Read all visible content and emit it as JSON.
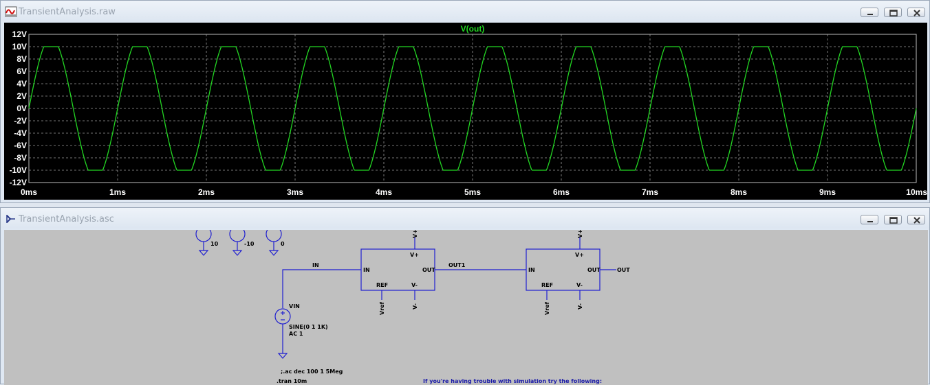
{
  "plot_window": {
    "title": "TransientAnalysis.raw",
    "icon": "waveform-icon"
  },
  "schematic_window": {
    "title": "TransientAnalysis.asc",
    "icon": "schematic-icon"
  },
  "window_controls": [
    "minimize-icon",
    "maximize-icon",
    "close-icon"
  ],
  "colors": {
    "trace": "#22d622",
    "plot_bg": "#000000",
    "grid": "#9a9a9a",
    "schematic_bg": "#c0c0c0",
    "wire": "#1f1fd0",
    "component": "#1f1fd0"
  },
  "chart_data": {
    "type": "line",
    "title": "V(out)",
    "xlabel": "",
    "ylabel": "",
    "xlim": [
      0,
      10
    ],
    "ylim": [
      -12,
      12
    ],
    "x_unit": "ms",
    "y_unit": "V",
    "x_ticks": [
      "0ms",
      "1ms",
      "2ms",
      "3ms",
      "4ms",
      "5ms",
      "6ms",
      "7ms",
      "8ms",
      "9ms",
      "10ms"
    ],
    "y_ticks": [
      "12V",
      "10V",
      "8V",
      "6V",
      "4V",
      "2V",
      "0V",
      "-2V",
      "-4V",
      "-6V",
      "-8V",
      "-10V",
      "-12V"
    ],
    "grid": true,
    "series": [
      {
        "name": "V(out)",
        "x": [
          0,
          0.125,
          0.25,
          0.375,
          0.5,
          0.625,
          0.75,
          0.875,
          1.0,
          1.125,
          1.25,
          1.375,
          1.5,
          1.625,
          1.75,
          1.875,
          2.0,
          2.125,
          2.25,
          2.375,
          2.5,
          2.625,
          2.75,
          2.875,
          3.0,
          3.125,
          3.25,
          3.375,
          3.5,
          3.625,
          3.75,
          3.875,
          4.0,
          4.125,
          4.25,
          4.375,
          4.5,
          4.625,
          4.75,
          4.875,
          5.0,
          5.125,
          5.25,
          5.375,
          5.5,
          5.625,
          5.75,
          5.875,
          6.0,
          6.125,
          6.25,
          6.375,
          6.5,
          6.625,
          6.75,
          6.875,
          7.0,
          7.125,
          7.25,
          7.375,
          7.5,
          7.625,
          7.75,
          7.875,
          8.0,
          8.125,
          8.25,
          8.375,
          8.5,
          8.625,
          8.75,
          8.875,
          9.0,
          9.125,
          9.25,
          9.375,
          9.5,
          9.625,
          9.75,
          9.875,
          10.0
        ],
        "y": [
          0,
          8.5,
          10,
          8.5,
          0,
          -8.5,
          -10,
          -8.5,
          0,
          8.5,
          10,
          8.5,
          0,
          -8.5,
          -10,
          -8.5,
          0,
          8.5,
          10,
          8.5,
          0,
          -8.5,
          -10,
          -8.5,
          0,
          8.5,
          10,
          8.5,
          0,
          -8.5,
          -10,
          -8.5,
          0,
          8.5,
          10,
          8.5,
          0,
          -8.5,
          -10,
          -8.5,
          0,
          8.5,
          10,
          8.5,
          0,
          -8.5,
          -10,
          -8.5,
          0,
          8.5,
          10,
          8.5,
          0,
          -8.5,
          -10,
          -8.5,
          0,
          8.5,
          10,
          8.5,
          0,
          -8.5,
          -10,
          -8.5,
          0,
          8.5,
          10,
          8.5,
          0,
          -8.5,
          -10,
          -8.5,
          0,
          8.5,
          10,
          8.5,
          0,
          -8.5,
          -10,
          -8.5,
          0
        ],
        "note_clip_level": 10
      }
    ]
  },
  "schematic": {
    "supply_values": [
      "10",
      "-10",
      "0"
    ],
    "net_in": "IN",
    "net_out1": "OUT1",
    "net_out": "OUT",
    "amp1": {
      "pin_in": "IN",
      "pin_out": "OUT",
      "pin_vplus": "V+",
      "pin_ref": "REF",
      "pin_vminus": "V-",
      "net_top": "V+",
      "net_ref": "Vref",
      "net_bottom": "V-"
    },
    "amp2": {
      "pin_in": "IN",
      "pin_out": "OUT",
      "pin_vplus": "V+",
      "pin_ref": "REF",
      "pin_vminus": "V-",
      "net_top": "V+",
      "net_ref": "Vref",
      "net_bottom": "V-"
    },
    "source_name": "VIN",
    "source_value": "SINE(0 1 1K)",
    "source_ac": "AC 1",
    "directive_ac": ";.ac dec 100 1 5Meg",
    "directive_tran": ".tran 10m",
    "help_text": "If you're having trouble with simulation try the following:"
  }
}
